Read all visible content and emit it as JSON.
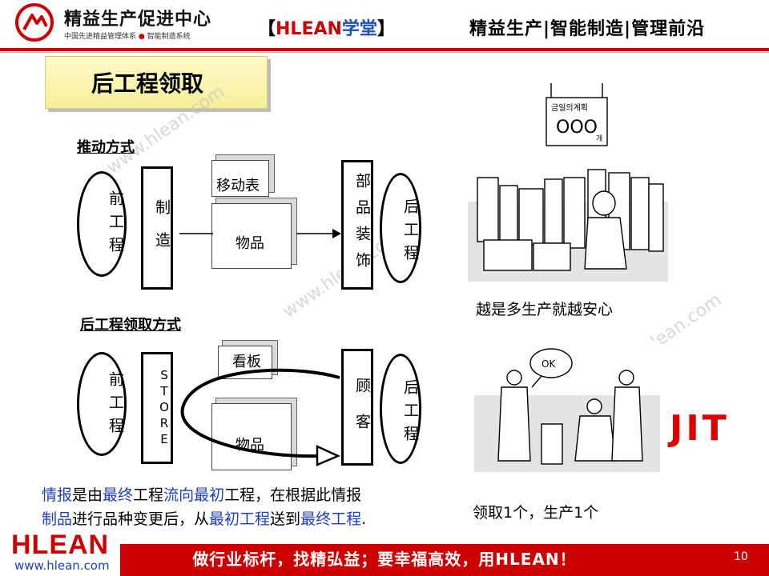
{
  "header": {
    "brand_title": "精益生产促进中心",
    "brand_subtitle_left": "中国先进精益管理体系",
    "brand_subtitle_sep": "●",
    "brand_subtitle_right": "智能制造系统",
    "tag_open": "【",
    "tag_hlean": "HLEAN",
    "tag_school": "学堂",
    "tag_close": "】",
    "right_text": "精益生产|智能制造|管理前沿"
  },
  "slide": {
    "title": "后工程领取",
    "watermark": "www.hlean.com",
    "push": {
      "label": "推动方式",
      "upstream": "前工程",
      "manufacture": "制造",
      "tag": "移动表",
      "goods": "物品",
      "assembly": "部品装饰",
      "downstream": "后工程"
    },
    "pull": {
      "label": "后工程领取方式",
      "upstream": "前工程",
      "store": "STORE",
      "kanban": "看板",
      "goods": "物品",
      "customer": "顾客",
      "downstream": "后工程"
    },
    "illustration_top": {
      "sign": "금일의계획",
      "sign_value": "OOO",
      "sign_unit": "개",
      "caption": "越是多生产就越安心"
    },
    "illustration_bottom": {
      "bubble": "OK",
      "caption": "领取1个，生产1个"
    },
    "jit": "JIT",
    "info": {
      "p1": "情报",
      "p2": "是由",
      "p3": "最终",
      "p4": "工程",
      "p5": "流向",
      "p6": "最初",
      "p7": "工程，在根据此情报",
      "p8": "制品",
      "p9": "进行品种变更后，从",
      "p10": "最初工程",
      "p11": "送到",
      "p12": "最终工程",
      "p13": "."
    }
  },
  "footer": {
    "logo": "HLEAN",
    "url": "www.hlean.com",
    "slogan": "做行业标杆，找精弘益；要幸福高效，用HLEAN！",
    "page": "10"
  },
  "colors": {
    "brand_red": "#cc0000",
    "info_blue": "#1f3fbf",
    "title_yellow": "#f8f2a8"
  }
}
